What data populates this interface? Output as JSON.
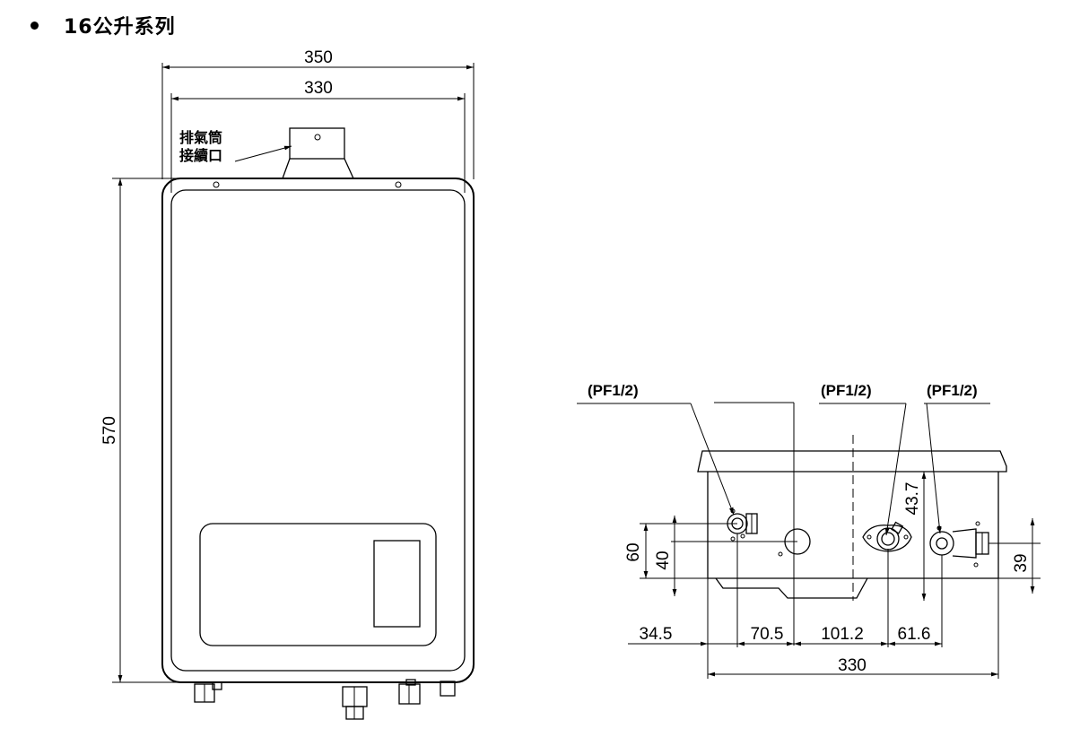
{
  "heading": {
    "text": "16公升系列"
  },
  "front_view": {
    "width_outer": "350",
    "width_inner": "330",
    "height": "570",
    "exhaust_label_line1": "排氣筒",
    "exhaust_label_line2": "接續口"
  },
  "bottom_view": {
    "pipe_labels": [
      "(PF1/2)",
      "(PF1/2)",
      "(PF1/2)"
    ],
    "dim_60": "60",
    "dim_40": "40",
    "dim_43_7": "43.7",
    "dim_39": "39",
    "dim_34_5": "34.5",
    "dim_70_5": "70.5",
    "dim_101_2": "101.2",
    "dim_61_6": "61.6",
    "dim_330": "330"
  }
}
